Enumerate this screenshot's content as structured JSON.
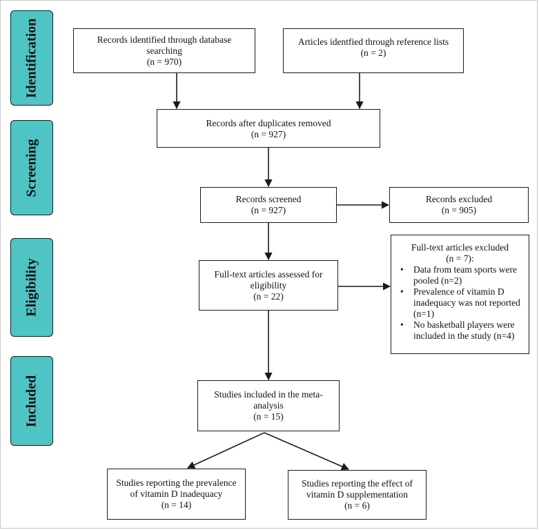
{
  "stages": {
    "identification": "Identification",
    "screening": "Screening",
    "eligibility": "Eligibility",
    "included": "Included"
  },
  "boxes": {
    "database_records": {
      "line1": "Records identified through database",
      "line2": "searching",
      "count": "(n = 970)"
    },
    "reference_articles": {
      "line1": "Articles identfied through reference lists",
      "count": "(n = 2)"
    },
    "after_duplicates": {
      "line1": "Records after duplicates removed",
      "count": "(n = 927)"
    },
    "screened": {
      "line1": "Records screened",
      "count": "(n = 927)"
    },
    "excluded": {
      "line1": "Records excluded",
      "count": "(n = 905)"
    },
    "fulltext_assessed": {
      "line1": "Full-text articles assessed for",
      "line2": "eligibility",
      "count": "(n = 22)"
    },
    "fulltext_excluded": {
      "title": "Full-text articles excluded",
      "count": "(n = 7):",
      "reasons": [
        {
          "line1": "Data from team sports were",
          "line2": "pooled (n=2)"
        },
        {
          "line1": "Prevalence of vitamin D",
          "line2": "inadequacy was not reported",
          "line3": "(n=1)"
        },
        {
          "line1": "No basketball players were",
          "line2": "included in the study (n=4)"
        }
      ]
    },
    "meta_analysis": {
      "line1": "Studies included in the meta-",
      "line2": "analysis",
      "count": "(n = 15)"
    },
    "prevalence": {
      "line1": "Studies reporting the prevalence",
      "line2": "of vitamin D inadequacy",
      "count": "(n = 14)"
    },
    "supplementation": {
      "line1": "Studies reporting the effect of",
      "line2": "vitamin D supplementation",
      "count": "(n = 6)"
    }
  },
  "colors": {
    "stage_fill": "#4fc4c4",
    "stroke": "#1a1a1a"
  }
}
